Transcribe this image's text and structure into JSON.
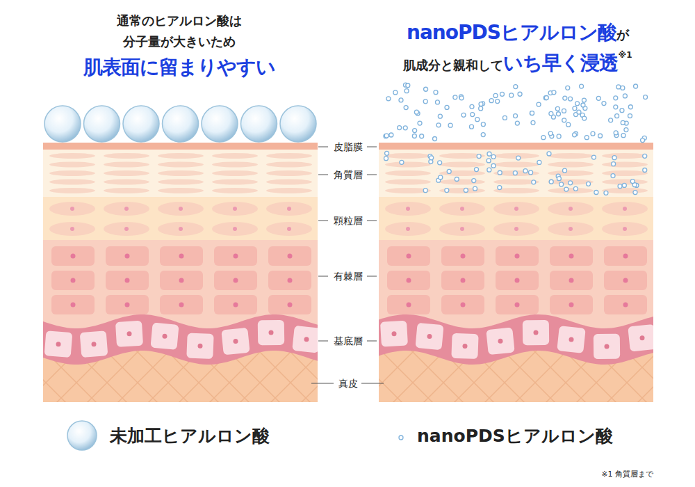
{
  "diagram": {
    "labels": [
      "通常のヒアルロン酸は",
      "分子量が大きいため",
      "肌表面に留まりやすい",
      "nanoPDSヒアルロン酸",
      "が",
      "肌成分と親和して",
      "いち早く浸透",
      "※1",
      "皮脂膜",
      "角質層",
      "顆粒層",
      "有棘層",
      "基底層",
      "真皮",
      "※1 角質層まで"
    ],
    "legend": [
      {
        "text": "未加工ヒアルロン酸"
      },
      {
        "text": "nanoPDSヒアルロン酸"
      }
    ]
  }
}
